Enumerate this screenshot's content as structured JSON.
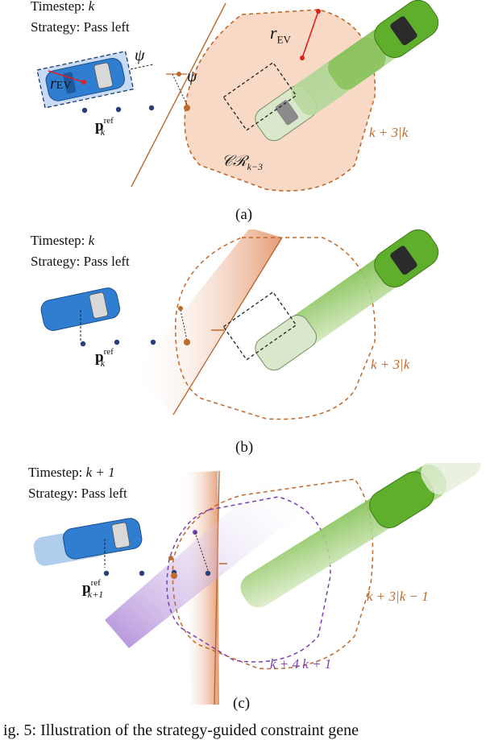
{
  "panels": [
    {
      "timestep_label": "Timestep: ",
      "timestep_value": "k",
      "strategy": "Strategy: Pass left",
      "labels": {
        "r_ev_top": "r",
        "r_ev_sub": "EV",
        "r_ev_car": "r",
        "r_ev_car_sub": "EV",
        "psi1": "ψ",
        "psi2": "ψ",
        "pref": "p",
        "pref_sup": "ref",
        "pref_sub": "k",
        "horizon": "k + 3|k",
        "cr": "𝒞ℛ",
        "cr_sub": "k−3"
      },
      "caption": "(a)",
      "colors": {
        "region": "#f6d2bc",
        "outline": "#c0692c"
      }
    },
    {
      "timestep_label": "Timestep: ",
      "timestep_value": "k",
      "strategy": "Strategy: Pass left",
      "labels": {
        "pref": "p",
        "pref_sup": "ref",
        "pref_sub": "k",
        "horizon": "k + 3|k"
      },
      "caption": "(b)",
      "colors": {
        "band": "#e9a47f",
        "outline": "#c0692c"
      }
    },
    {
      "timestep_label": "Timestep: ",
      "timestep_value": "k + 1",
      "strategy": "Strategy: Pass left",
      "labels": {
        "pref": "p",
        "pref_sup": "ref",
        "pref_sub": "k+1",
        "horizon_orange": "k + 3|k − 1",
        "horizon_purple": "k + 4 k + 1"
      },
      "caption": "(c)",
      "colors": {
        "band_orange": "#e9a47f",
        "band_purple": "#b28ad6",
        "outline_orange": "#c0692c",
        "outline_purple": "#7a3fb0"
      }
    }
  ],
  "figure_caption": "ig. 5: Illustration of the strategy-guided constraint gene"
}
